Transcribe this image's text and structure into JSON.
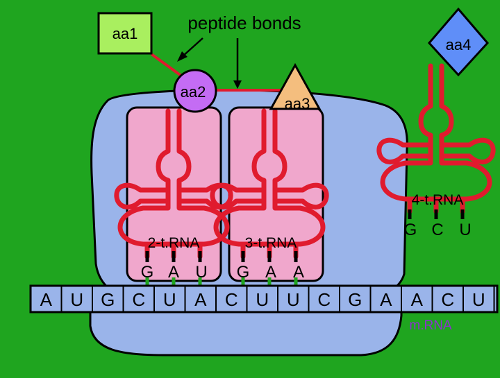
{
  "labels": {
    "aa1": "aa1",
    "aa2": "aa2",
    "aa3": "aa3",
    "aa4": "aa4",
    "peptide_bonds": "peptide bonds",
    "trna2": "2-t.RNA",
    "trna3": "3-t.RNA",
    "trna4": "4-t.RNA",
    "mrna": "m.RNA"
  },
  "anticodons": {
    "trna2": [
      "G",
      "A",
      "U"
    ],
    "trna3": [
      "G",
      "A",
      "A"
    ],
    "trna4": [
      "G",
      "C",
      "U"
    ]
  },
  "mrna_bases": [
    "A",
    "U",
    "G",
    "C",
    "U",
    "A",
    "C",
    "U",
    "U",
    "C",
    "G",
    "A",
    "A",
    "C",
    "U"
  ],
  "colors": {
    "background": "#1fa51f",
    "ribosome": "#9ab4ea",
    "trna_site": "#f0a7cc",
    "trna_strand": "#e01b2e",
    "aa1": "#a9ef5f",
    "aa2": "#c46cf4",
    "aa3": "#f4be7e",
    "aa4": "#5f8ef8",
    "mrna_label": "#8e31cf"
  }
}
